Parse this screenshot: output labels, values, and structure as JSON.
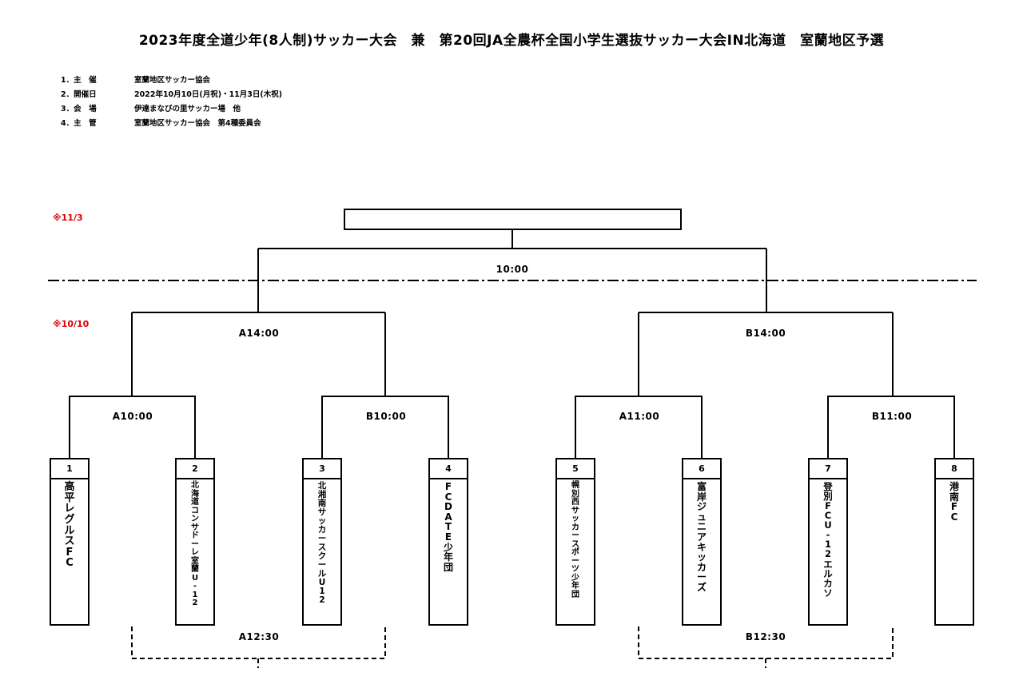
{
  "title": "2023年度全道少年(8人制)サッカー大会　兼　第20回JA全農杯全国小学生選抜サッカー大会IN北海道　室蘭地区予選",
  "info": [
    {
      "label": "1．主　催",
      "value": "室蘭地区サッカー協会"
    },
    {
      "label": "2．開催日",
      "value": "2022年10月10日(月祝)・11月3日(木祝)"
    },
    {
      "label": "3．会　場",
      "value": "伊達まなびの里サッカー場　他"
    },
    {
      "label": "4．主　管",
      "value": "室蘭地区サッカー協会　第4種委員会"
    }
  ],
  "notes": {
    "final_date": "※11/3",
    "first_date": "※10/10"
  },
  "final": {
    "winner": "",
    "time": "10:00"
  },
  "semis": {
    "left_time": "A14:00",
    "right_time": "B14:00"
  },
  "quarters": {
    "q1": "A10:00",
    "q2": "B10:00",
    "q3": "A11:00",
    "q4": "B11:00"
  },
  "third_round": {
    "left": "A12:30",
    "right": "B12:30"
  },
  "teams": [
    {
      "num": "1",
      "name": "高平レグルスFC"
    },
    {
      "num": "2",
      "name": "北海道コンサドーレ室蘭U-12"
    },
    {
      "num": "3",
      "name": "北湘南サッカースクールU12"
    },
    {
      "num": "4",
      "name": "FC　DATE少年団"
    },
    {
      "num": "5",
      "name": "幌別西サッカースポーツ少年団"
    },
    {
      "num": "6",
      "name": "富岸ジュニアキッカーズ"
    },
    {
      "num": "7",
      "name": "登別FC　U-12エルカソ"
    },
    {
      "num": "8",
      "name": "港南FC"
    }
  ]
}
